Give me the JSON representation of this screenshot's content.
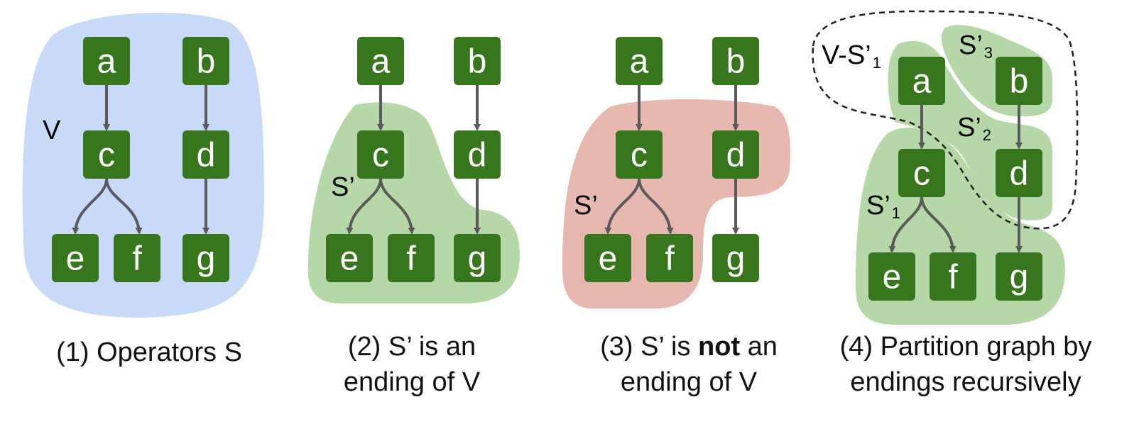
{
  "colors": {
    "node_fill": "#38761d",
    "node_text": "#ffffff",
    "edge": "#5a5a5a",
    "region_all": "#c9daf8",
    "region_ending": "#b6d7a8",
    "region_not_ending": "#e6b8af"
  },
  "node_labels": [
    "a",
    "b",
    "c",
    "d",
    "e",
    "f",
    "g"
  ],
  "panel1": {
    "region_label": "V",
    "caption": "(1) Operators S"
  },
  "panel2": {
    "region_label": "S’",
    "caption_line1": "(2) S’ is an",
    "caption_line2": "ending of V"
  },
  "panel3": {
    "region_label": "S’",
    "caption_pre": "(3) S’ is ",
    "caption_bold": "not",
    "caption_post": " an",
    "caption_line2": "ending of V"
  },
  "panel4": {
    "label_v_minus_s1_main": "V-S’",
    "label_v_minus_s1_sub": "1",
    "label_s3_main": "S’",
    "label_s3_sub": "3",
    "label_s2_main": "S’",
    "label_s2_sub": "2",
    "label_s1_main": "S’",
    "label_s1_sub": "1",
    "caption_line1": "(4) Partition graph by",
    "caption_line2": "endings recursively"
  }
}
